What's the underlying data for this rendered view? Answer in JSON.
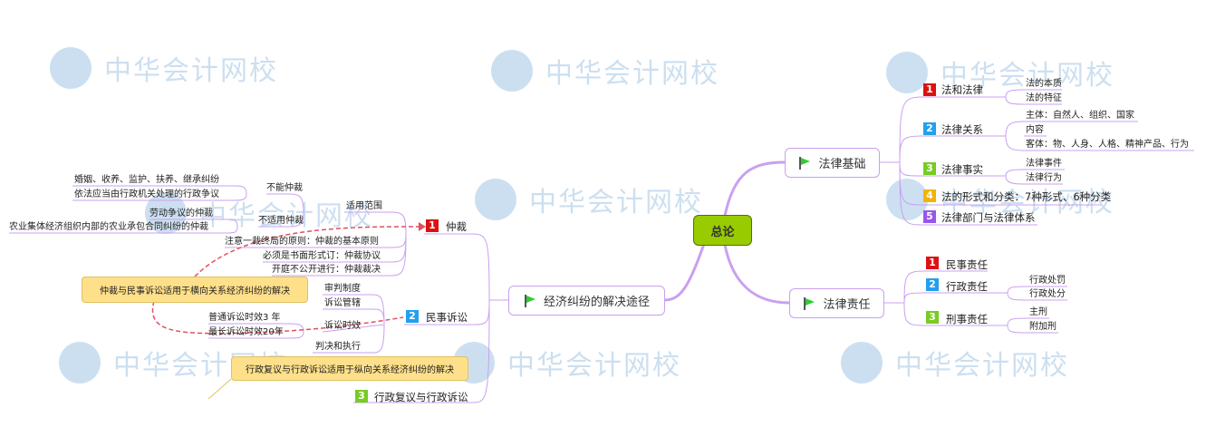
{
  "watermark": "中华会计网校",
  "root": "总论",
  "colors": {
    "line": "#c9a0f0",
    "root": "#99cc00",
    "b1": "#dd1111",
    "b2": "#22a0ee",
    "b3": "#77cc22",
    "b4": "#f2b400",
    "b5": "#9955ee",
    "callout": "#ffe08a",
    "arrow": "#e05060"
  },
  "right_top": {
    "label": "法律基础",
    "items": [
      {
        "n": "1",
        "label": "法和法律",
        "subs": [
          "法的本质",
          "法的特征"
        ]
      },
      {
        "n": "2",
        "label": "法律关系",
        "subs": [
          "主体：自然人、组织、国家",
          "内容",
          "客体：物、人身、人格、精神产品、行为"
        ]
      },
      {
        "n": "3",
        "label": "法律事实",
        "subs": [
          "法律事件",
          "法律行为"
        ]
      },
      {
        "n": "4",
        "label": "法的形式和分类：7种形式、6种分类"
      },
      {
        "n": "5",
        "label": "法律部门与法律体系"
      }
    ]
  },
  "right_bottom": {
    "label": "法律责任",
    "items": [
      {
        "n": "1",
        "label": "民事责任"
      },
      {
        "n": "2",
        "label": "行政责任",
        "subs": [
          "行政处罚",
          "行政处分"
        ]
      },
      {
        "n": "3",
        "label": "刑事责任",
        "subs": [
          "主刑",
          "附加刑"
        ]
      }
    ]
  },
  "left": {
    "label": "经济纠纷的解决途径",
    "arbitration": {
      "n": "1",
      "label": "仲裁",
      "scope": "适用范围",
      "cannot": "不能仲裁",
      "cannot_items": [
        "婚姻、收养、监护、扶养、继承纠纷",
        "依法应当由行政机关处理的行政争议"
      ],
      "notapply": "不适用仲裁",
      "notapply_items": [
        "劳动争议的仲裁",
        "农业集体经济组织内部的农业承包合同纠纷的仲裁"
      ],
      "others": [
        "注意一裁终局的原则：仲裁的基本原则",
        "必须是书面形式订：仲裁协议",
        "开庭不公开进行：仲裁裁决"
      ]
    },
    "civil": {
      "n": "2",
      "label": "民事诉讼",
      "items": [
        "审判制度",
        "诉讼管辖",
        "诉讼时效",
        "判决和执行"
      ],
      "limit_items": [
        "普通诉讼时效3  年",
        "最长诉讼时效20年"
      ]
    },
    "admin": {
      "n": "3",
      "label": "行政复议与行政诉讼"
    },
    "callout1": "仲裁与民事诉讼适用于横向关系经济纠纷的解决",
    "callout2": "行政复议与行政诉讼适用于纵向关系经济纠纷的解决"
  }
}
